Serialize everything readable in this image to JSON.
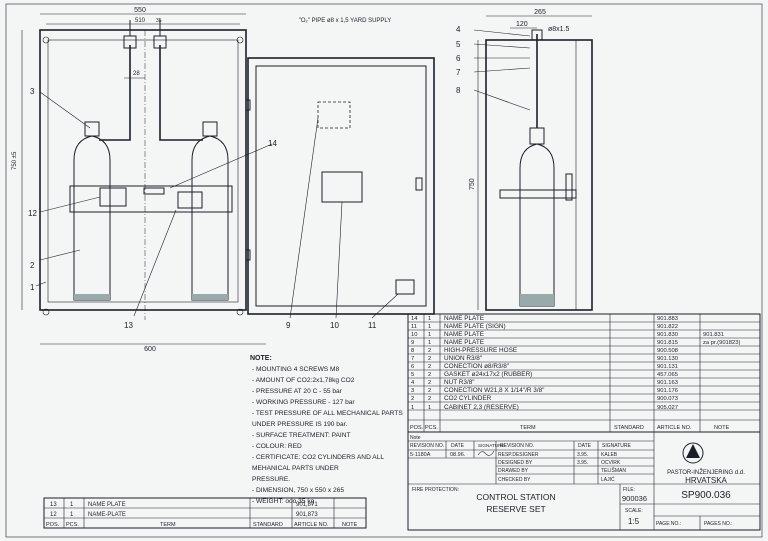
{
  "top_note": "\"O₂\" PIPE ø8 x 1,5 YARD SUPPLY",
  "dims": {
    "width_550": "550",
    "inner_510": "510",
    "d_35": "35",
    "d_28": "28",
    "d_600": "600",
    "height_750": "750",
    "height_side": "750 ±5",
    "side_265": "265",
    "side_120": "120",
    "pipe": "ø8x1.5"
  },
  "balloons": {
    "b1": "1",
    "b2": "2",
    "b3": "3",
    "b12": "12",
    "b13": "13",
    "b14": "14",
    "b9": "9",
    "b10": "10",
    "b11": "11",
    "b4": "4",
    "b5": "5",
    "b6": "6",
    "b7": "7",
    "b8": "8"
  },
  "notes": {
    "heading": "NOTE:",
    "lines": [
      "- MOUNTING 4 SCREWS M8",
      "- AMOUNT OF CO2:2x1,78kg CO2",
      "- PRESSURE AT 20 C - 55 bar",
      "- WORKING PRESSURE - 127 bar",
      "- TEST PRESSURE OF ALL MECHANICAL PARTS",
      "  UNDER PRESSURE IS 190 bar.",
      "- SURFACE TREATMENT: PAINT",
      "- COLOUR: RED",
      "- CERTIFICATE: CO2 CYLINDERS AND ALL",
      "  MEHANICAL PARTS UNDER",
      "  PRESSURE.",
      "- DIMENSION, 750 x 550 x 265",
      "- WEIGHT: ooo 35 kg"
    ]
  },
  "left_table": {
    "rows": [
      {
        "pos": "13",
        "pcs": "1",
        "term": "NAME PLATE",
        "std": "",
        "art": "901,871",
        "note": ""
      },
      {
        "pos": "12",
        "pcs": "1",
        "term": "NAME-PLATE",
        "std": "",
        "art": "901,873",
        "note": ""
      }
    ],
    "headers": {
      "pos": "POS.",
      "pcs": "PCS.",
      "term": "TERM",
      "std": "STANDARD",
      "art": "ARTICLE NO.",
      "note": "NOTE"
    }
  },
  "parts_table": {
    "rows": [
      {
        "pos": "14",
        "pcs": "1",
        "term": "NAME PLATE",
        "art": "901.883",
        "note": ""
      },
      {
        "pos": "11",
        "pcs": "1",
        "term": "NAME PLATE (SIGN)",
        "art": "901.822",
        "note": ""
      },
      {
        "pos": "10",
        "pcs": "1",
        "term": "NAME PLATE",
        "art": "901.830",
        "note": "901.831"
      },
      {
        "pos": "9",
        "pcs": "1",
        "term": "NAME PLATE",
        "art": "901.815",
        "note": "za pr.(901823)"
      },
      {
        "pos": "8",
        "pcs": "2",
        "term": "HIGH-PRESSURE HOSE",
        "art": "900.508",
        "note": ""
      },
      {
        "pos": "7",
        "pcs": "2",
        "term": "UNION R3/8\"",
        "art": "901.130",
        "note": ""
      },
      {
        "pos": "6",
        "pcs": "2",
        "term": "CONECTION ø8/R3/8\"",
        "art": "901.131",
        "note": ""
      },
      {
        "pos": "5",
        "pcs": "2",
        "term": "GASKET ø24x17x2 (RUBBER)",
        "art": "457.065",
        "note": ""
      },
      {
        "pos": "4",
        "pcs": "2",
        "term": "NUT R3/8\"",
        "art": "901.163",
        "note": ""
      },
      {
        "pos": "3",
        "pcs": "2",
        "term": "CONECTION W21,8 X 1/14\"/R 3/8\"",
        "art": "901.176",
        "note": ""
      },
      {
        "pos": "2",
        "pcs": "2",
        "term": "CO2 CYLINDER",
        "art": "900.073",
        "note": ""
      },
      {
        "pos": "1",
        "pcs": "1",
        "term": "CABINET 2,3 (RESERVE)",
        "art": "905.027",
        "note": ""
      }
    ],
    "headers": {
      "pos": "POS.",
      "pcs": "PCS.",
      "term": "TERM",
      "std": "STANDARD",
      "art": "ARTICLE NO.",
      "note": "NOTE"
    }
  },
  "title_block": {
    "notes_label": "Note",
    "rev_no": "REVISION NO.",
    "date": "DATE",
    "signature": "SIGNATURE",
    "rev_value": "5-1180A",
    "rev_date": "08.96.",
    "resp_designer": "RESP.DESIGNER",
    "designed_by": "DESIGNED BY",
    "drawed_by": "DRAWED BY",
    "checked_by": "CHECKED BY",
    "d1": "3.95.",
    "d2": "3.95.",
    "n1": "KALEB",
    "n2": "OCVIRK",
    "n3": "TELIŠMAN",
    "n4": "LAJIĆ",
    "fire_protection": "FIRE PROTECTION:",
    "title_line1": "CONTROL STATION",
    "title_line2": "RESERVE SET",
    "file_label": "FILE:",
    "file_no": "900036",
    "drawing_no": "SP900.036",
    "scale_label": "SCALE:",
    "scale": "1:5",
    "page_no": "PAGE NO.:",
    "pages_no": "PAGES NO.:",
    "company_line1": "PASTOR-INŽENJERING d.d.",
    "company_line2": "HRVATSKA"
  }
}
